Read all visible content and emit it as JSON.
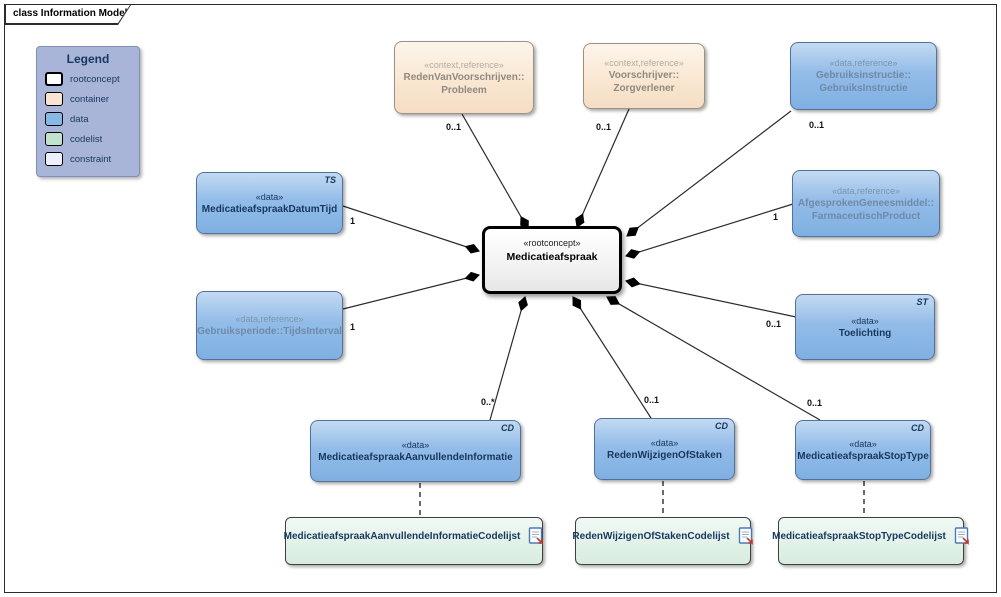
{
  "frame": {
    "title": "class Information Model"
  },
  "legend": {
    "title": "Legend",
    "items": [
      {
        "label": "rootconcept",
        "color": "#ffffff"
      },
      {
        "label": "container",
        "color": "#f8e4d0"
      },
      {
        "label": "data",
        "color": "#88b8e8"
      },
      {
        "label": "codelist",
        "color": "#bfe3cf"
      },
      {
        "label": "constraint",
        "color": "#edeffb"
      }
    ]
  },
  "root": {
    "stereotype": "«rootconcept»",
    "name": "Medicatieafspraak"
  },
  "nodes": {
    "probleem": {
      "stereotype": "«context,reference»",
      "line1": "RedenVanVoorschrijven::",
      "line2": "Probleem",
      "multiplicity": "0..1"
    },
    "zorgverlener": {
      "stereotype": "«context,reference»",
      "line1": "Voorschrijver::",
      "line2": "Zorgverlener",
      "multiplicity": "0..1"
    },
    "gebruiksinstructie": {
      "stereotype": "«data,reference»",
      "line1": "Gebruiksinstructie::",
      "line2": "GebruiksInstructie",
      "multiplicity": "0..1"
    },
    "farmaceutischproduct": {
      "stereotype": "«data,reference»",
      "line1": "AfgesprokenGeneesmiddel::",
      "line2": "FarmaceutischProduct",
      "multiplicity": "1"
    },
    "toelichting": {
      "stereotype": "«data»",
      "line1": "Toelichting",
      "line2": "",
      "multiplicity": "0..1",
      "type_tag": "ST"
    },
    "datumtijd": {
      "stereotype": "«data»",
      "line1": "MedicatieafspraakDatumTijd",
      "line2": "",
      "multiplicity": "1",
      "type_tag": "TS"
    },
    "tijdsinterval": {
      "stereotype": "«data,reference»",
      "line1": "Gebruiksperiode::TijdsInterval",
      "line2": "",
      "multiplicity": "1"
    },
    "aanvullendeinformatie": {
      "stereotype": "«data»",
      "line1": "MedicatieafspraakAanvullendeInformatie",
      "line2": "",
      "multiplicity": "0..*",
      "type_tag": "CD"
    },
    "redenwijzigenofstaken": {
      "stereotype": "«data»",
      "line1": "RedenWijzigenOfStaken",
      "line2": "",
      "multiplicity": "0..1",
      "type_tag": "CD"
    },
    "stoptype": {
      "stereotype": "«data»",
      "line1": "MedicatieafspraakStopType",
      "line2": "",
      "multiplicity": "0..1",
      "type_tag": "CD"
    }
  },
  "codelists": [
    {
      "name": "MedicatieafspraakAanvullendeInformatieCodelijst"
    },
    {
      "name": "RedenWijzigenOfStakenCodelijst"
    },
    {
      "name": "MedicatieafspraakStopTypeCodelijst"
    }
  ],
  "colors": {
    "node_blue": "#88b8e8",
    "node_peach": "#f8e4d0",
    "codelist_green": "#e2f2e9",
    "legend_bg": "#a8b5d8",
    "text_navy": "#17375e"
  }
}
